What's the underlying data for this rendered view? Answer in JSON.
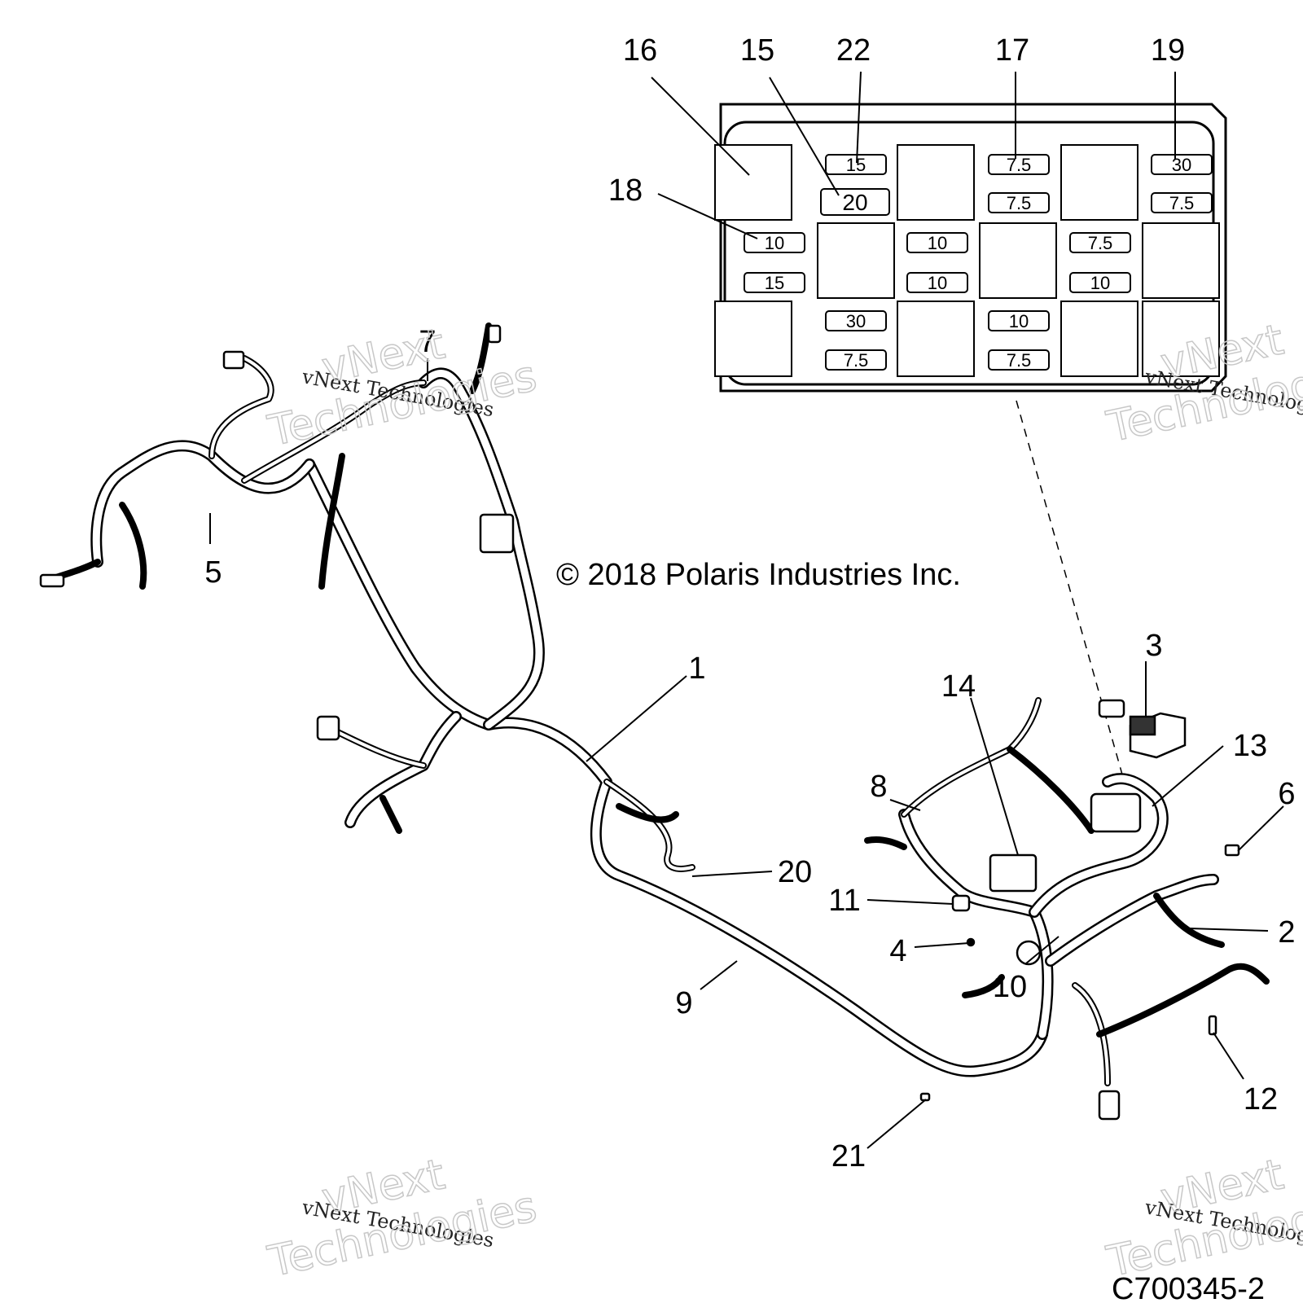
{
  "figure": {
    "copyright": "© 2018 Polaris Industries Inc.",
    "figure_id": "C700345-2"
  },
  "watermark": {
    "company": "vNext Technologies",
    "line1": "vNext",
    "line2": "Technologies"
  },
  "callouts": [
    "1",
    "2",
    "3",
    "4",
    "5",
    "6",
    "7",
    "8",
    "9",
    "10",
    "11",
    "12",
    "13",
    "14",
    "15",
    "16",
    "17",
    "18",
    "19",
    "20",
    "21",
    "22"
  ],
  "fuse_box": {
    "rows": [
      [
        "15",
        "7.5",
        "30"
      ],
      [
        "20",
        "7.5",
        "7.5"
      ],
      [
        "10",
        "10",
        "7.5"
      ],
      [
        "15",
        "10",
        "10"
      ],
      [
        "30",
        "10"
      ],
      [
        "7.5",
        "7.5"
      ]
    ]
  },
  "colors": {
    "line": "#000000",
    "background": "#ffffff",
    "watermark": "#c8c8c8"
  }
}
